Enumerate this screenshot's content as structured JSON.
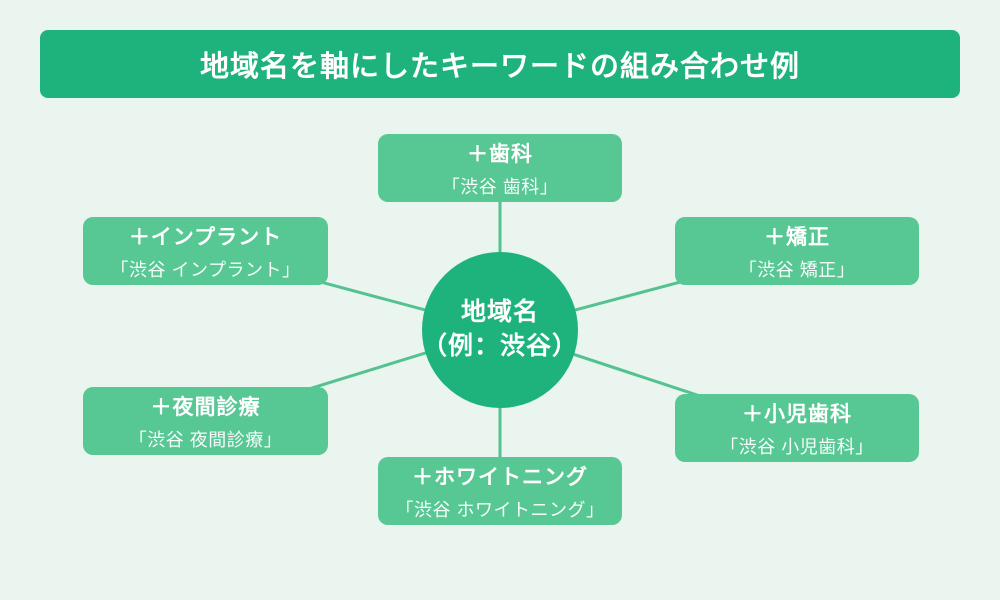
{
  "title": "地域名を軸にしたキーワードの組み合わせ例",
  "center": {
    "line1": "地域名",
    "line2": "（例：渋谷）"
  },
  "nodes": [
    {
      "id": "dental",
      "position": "top",
      "keyword": "＋歯科",
      "example": "「渋谷 歯科」"
    },
    {
      "id": "implant",
      "position": "top-left",
      "keyword": "＋インプラント",
      "example": "「渋谷 インプラント」"
    },
    {
      "id": "ortho",
      "position": "top-right",
      "keyword": "＋矯正",
      "example": "「渋谷 矯正」"
    },
    {
      "id": "night",
      "position": "bottom-left",
      "keyword": "＋夜間診療",
      "example": "「渋谷 夜間診療」"
    },
    {
      "id": "pediatric",
      "position": "bottom-right",
      "keyword": "＋小児歯科",
      "example": "「渋谷 小児歯科」"
    },
    {
      "id": "whitening",
      "position": "bottom",
      "keyword": "＋ホワイトニング",
      "example": "「渋谷 ホワイトニング」"
    }
  ],
  "colors": {
    "background": "#e9f5ee",
    "accent_dark_green": "#1eb37d",
    "node_green": "#57c794",
    "connector": "#53c290",
    "text": "#ffffff"
  }
}
